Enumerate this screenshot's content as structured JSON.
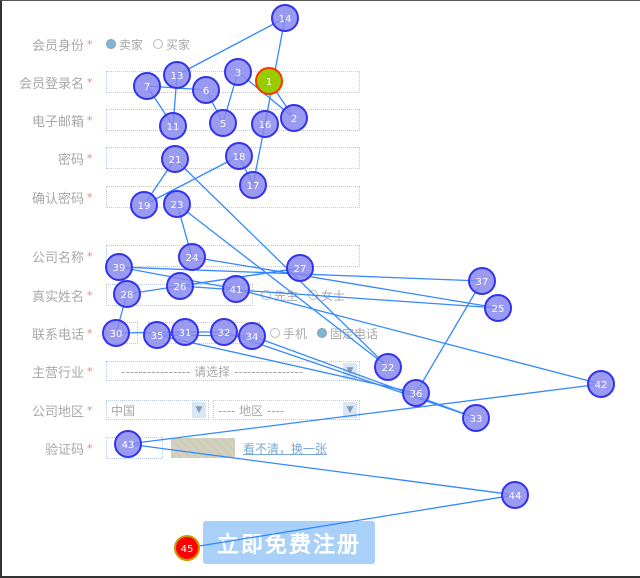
{
  "form": {
    "member_type": {
      "label": "会员身份",
      "options": [
        "卖家",
        "买家"
      ],
      "selected": "卖家"
    },
    "username": {
      "label": "会员登录名"
    },
    "email": {
      "label": "电子邮箱"
    },
    "password": {
      "label": "密码"
    },
    "confirm_password": {
      "label": "确认密码"
    },
    "company": {
      "label": "公司名称"
    },
    "realname": {
      "label": "真实姓名",
      "options": [
        "先生",
        "女士"
      ]
    },
    "phone": {
      "label": "联系电话",
      "options": [
        "手机",
        "固定电话"
      ],
      "selected": "固定电话"
    },
    "industry": {
      "label": "主营行业",
      "value": "---------------- 请选择 ----------------"
    },
    "region": {
      "label": "公司地区",
      "country": "中国",
      "area": "---- 地区 ----"
    },
    "captcha": {
      "label": "验证码",
      "refresh": "看不清，换一张"
    },
    "required_mark": "*",
    "submit": "立即免费注册"
  },
  "gaze_path": {
    "labels": [
      "1",
      "2",
      "3",
      "5",
      "6",
      "7",
      "11",
      "13",
      "14",
      "16",
      "17",
      "18",
      "19",
      "21",
      "22",
      "23",
      "24",
      "25",
      "26",
      "27",
      "28",
      "30",
      "31",
      "32",
      "33",
      "34",
      "35",
      "36",
      "37",
      "39",
      "41",
      "42",
      "43",
      "44",
      "45"
    ],
    "start_color": "#99cc00",
    "end_color": "#ff0000",
    "point_color": "#8888ee",
    "line_color": "#3388ff"
  }
}
